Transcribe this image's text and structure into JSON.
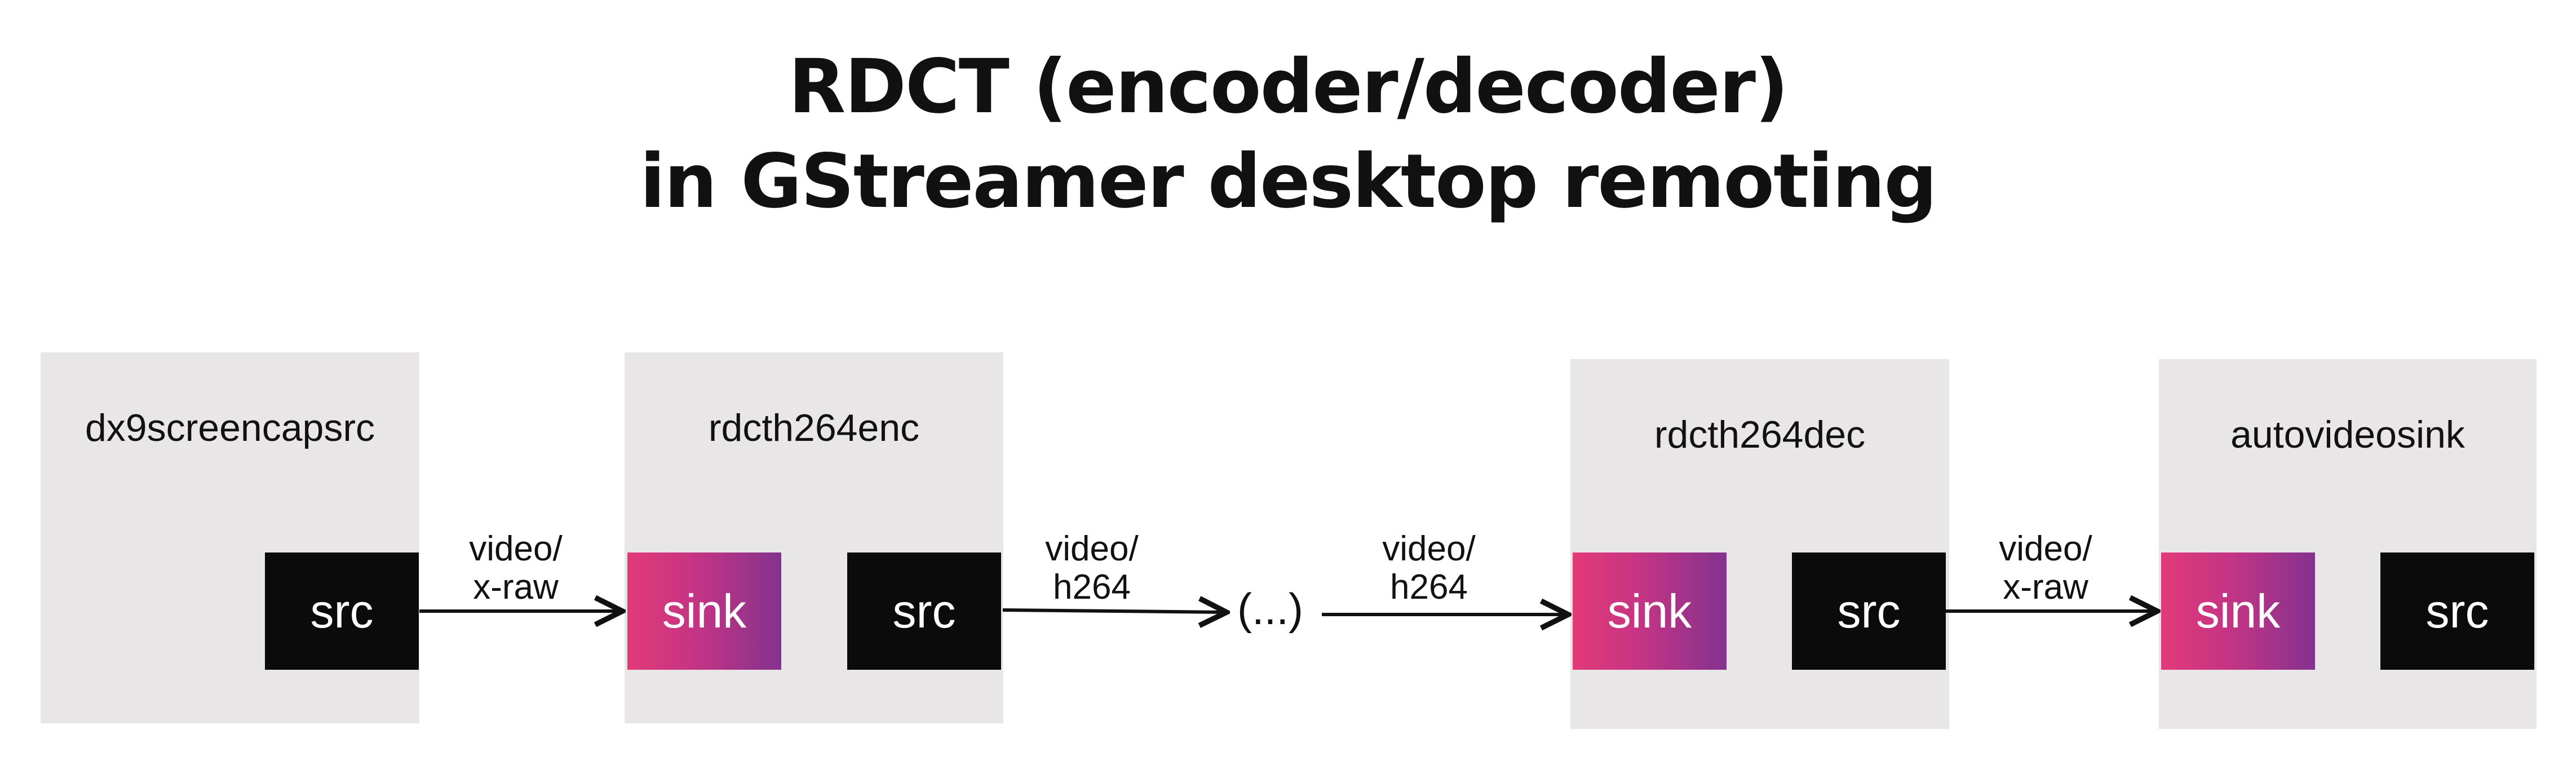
{
  "title": {
    "line1": "RDCT (encoder/decoder)",
    "line2": "in GStreamer desktop remoting"
  },
  "elements": [
    {
      "name": "dx9screencapsrc",
      "pads": [
        "src"
      ]
    },
    {
      "name": "rdcth264enc",
      "pads": [
        "sink",
        "src"
      ]
    },
    {
      "name": "rdcth264dec",
      "pads": [
        "sink",
        "src"
      ]
    },
    {
      "name": "autovideosink",
      "pads": [
        "sink",
        "src"
      ]
    }
  ],
  "links": [
    {
      "caps_line1": "video/",
      "caps_line2": "x-raw"
    },
    {
      "caps_line1": "video/",
      "caps_line2": "h264"
    },
    {
      "caps_line1": "video/",
      "caps_line2": "h264"
    },
    {
      "caps_line1": "video/",
      "caps_line2": "x-raw"
    }
  ],
  "ellipsis": "(...)",
  "colors": {
    "element_bg": "#e8e6e7",
    "src_pad": "#0b0b0b",
    "sink_pad_start": "#e23a78",
    "sink_pad_end": "#84328f",
    "text": "#111111"
  }
}
